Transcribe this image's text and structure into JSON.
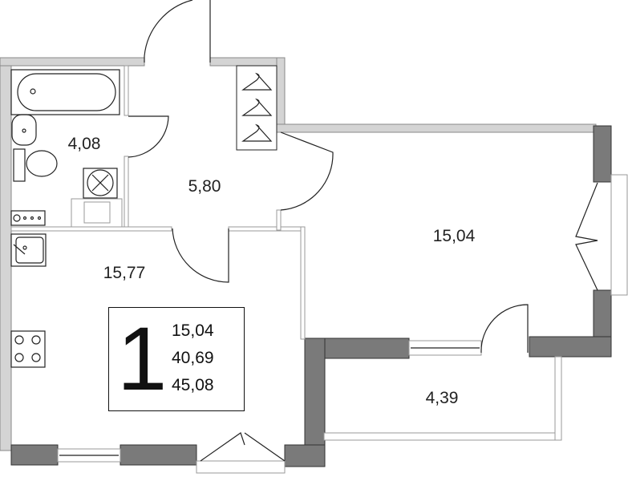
{
  "plan": {
    "rooms": [
      {
        "id": "bathroom",
        "area": "4,08"
      },
      {
        "id": "hallway",
        "area": "5,80"
      },
      {
        "id": "kitchen-living",
        "area": "15,77"
      },
      {
        "id": "bedroom",
        "area": "15,04"
      },
      {
        "id": "balcony",
        "area": "4,39"
      }
    ],
    "summary": {
      "rooms_count": "1",
      "living_area": "15,04",
      "total_area": "40,69",
      "total_area_with_balcony": "45,08"
    },
    "icons": [
      "bathtub-icon",
      "sink-icon",
      "toilet-icon",
      "washing-machine-icon",
      "stove-icon",
      "kitchen-sink-icon",
      "hanger-icon"
    ],
    "colors": {
      "light_wall": "#d4d4d4",
      "bearing_wall": "#7a7a7a",
      "line": "#222222"
    }
  }
}
